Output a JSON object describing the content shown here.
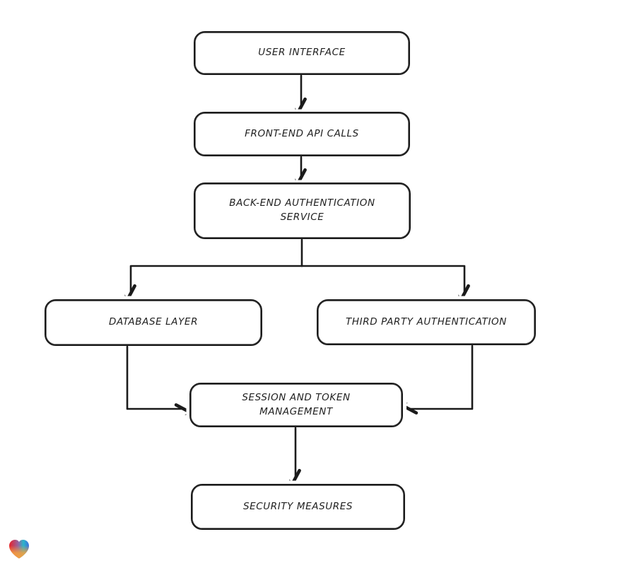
{
  "canvas": {
    "background": "#ffffff"
  },
  "diagram": {
    "type": "flowchart",
    "style": "hand-drawn",
    "stroke_color": "#1b1b1b",
    "node_fill": "#ffffff",
    "nodes": [
      {
        "id": "user-interface",
        "label": "USER INTERFACE"
      },
      {
        "id": "front-end-api-calls",
        "label": "FRONT-END API CALLS"
      },
      {
        "id": "back-end-authentication-service",
        "label": "BACK-END AUTHENTICATION SERVICE"
      },
      {
        "id": "database-layer",
        "label": "DATABASE LAYER"
      },
      {
        "id": "third-party-authentication",
        "label": "THIRD PARTY AUTHENTICATION"
      },
      {
        "id": "session-and-token-management",
        "label": "SESSION AND TOKEN MANAGEMENT"
      },
      {
        "id": "security-measures",
        "label": "SECURITY MEASURES"
      }
    ],
    "edges": [
      {
        "from": "user-interface",
        "to": "front-end-api-calls"
      },
      {
        "from": "front-end-api-calls",
        "to": "back-end-authentication-service"
      },
      {
        "from": "back-end-authentication-service",
        "to": "database-layer"
      },
      {
        "from": "back-end-authentication-service",
        "to": "third-party-authentication"
      },
      {
        "from": "database-layer",
        "to": "session-and-token-management"
      },
      {
        "from": "third-party-authentication",
        "to": "session-and-token-management"
      },
      {
        "from": "session-and-token-management",
        "to": "security-measures"
      }
    ]
  },
  "branding": {
    "logo": "heart-logo",
    "colors": [
      "#e82129",
      "#2bb5c9",
      "#3b6fe0",
      "#f6a13c"
    ]
  }
}
